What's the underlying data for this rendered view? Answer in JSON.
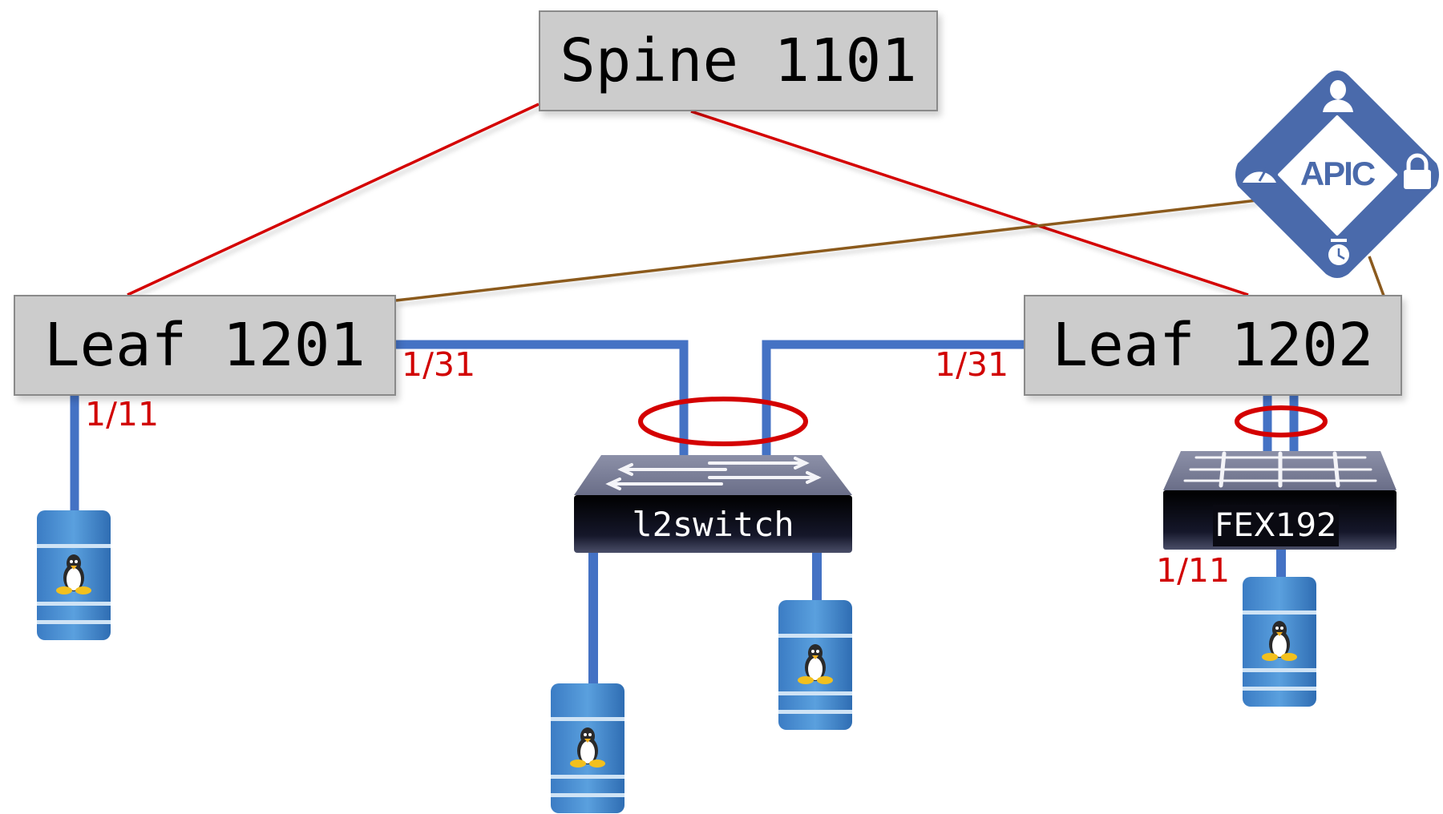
{
  "diagram": {
    "type": "network-topology",
    "nodes": {
      "spine": {
        "label": "Spine 1101",
        "kind": "spine-switch"
      },
      "leaf1": {
        "label": "Leaf 1201",
        "kind": "leaf-switch"
      },
      "leaf2": {
        "label": "Leaf 1202",
        "kind": "leaf-switch"
      },
      "apic": {
        "label": "APIC",
        "kind": "controller",
        "icons": [
          "user-icon",
          "lock-icon",
          "timer-icon",
          "gauge-icon"
        ]
      },
      "l2switch": {
        "label": "l2switch",
        "kind": "l2-switch",
        "icon": "switch-arrows-icon"
      },
      "fex": {
        "label": "FEX192",
        "kind": "fabric-extender",
        "icon": "fex-crossbar-icon"
      },
      "host1": {
        "label": "",
        "kind": "linux-server",
        "icon": "linux-server-icon"
      },
      "host2": {
        "label": "",
        "kind": "linux-server",
        "icon": "linux-server-icon"
      },
      "host3": {
        "label": "",
        "kind": "linux-server",
        "icon": "linux-server-icon"
      },
      "host4": {
        "label": "",
        "kind": "linux-server",
        "icon": "linux-server-icon"
      }
    },
    "ports": {
      "leaf1_host": "1/11",
      "leaf1_l2": "1/31",
      "leaf2_l2": "1/31",
      "fex_host": "1/11"
    },
    "links": [
      {
        "from": "spine",
        "to": "leaf1",
        "type": "fabric"
      },
      {
        "from": "spine",
        "to": "leaf2",
        "type": "fabric"
      },
      {
        "from": "apic",
        "to": "leaf1",
        "type": "management"
      },
      {
        "from": "apic",
        "to": "leaf2",
        "type": "management"
      },
      {
        "from": "leaf1",
        "to": "host1",
        "type": "access",
        "port": "1/11"
      },
      {
        "from": "leaf1",
        "to": "l2switch",
        "type": "access",
        "port": "1/31",
        "port_channel": true
      },
      {
        "from": "leaf2",
        "to": "l2switch",
        "type": "access",
        "port": "1/31",
        "port_channel": true
      },
      {
        "from": "leaf2",
        "to": "fex",
        "type": "fex-uplink",
        "port_channel": true
      },
      {
        "from": "l2switch",
        "to": "host2",
        "type": "access"
      },
      {
        "from": "l2switch",
        "to": "host3",
        "type": "access"
      },
      {
        "from": "fex",
        "to": "host4",
        "type": "access",
        "port": "1/11"
      }
    ],
    "colors": {
      "fabric_link": "#d40000",
      "management_link": "#8b5a1e",
      "access_link": "#4472c4",
      "port_label": "#d10000",
      "port_channel_ring": "#d40000",
      "apic_blue": "#4a6aab",
      "box_fill": "#cccccc",
      "box_border": "#8a8a8a"
    }
  }
}
